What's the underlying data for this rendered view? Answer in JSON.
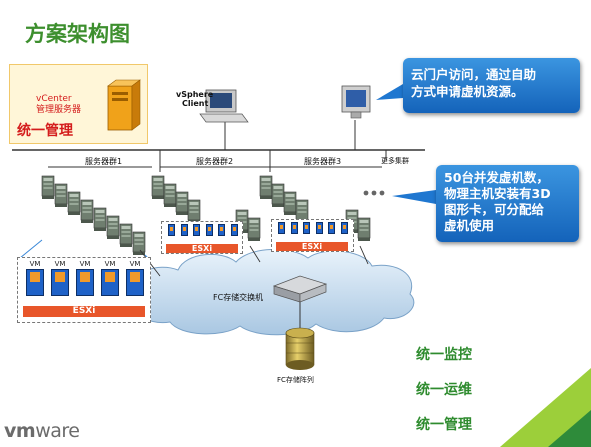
{
  "title": "方案架构图",
  "vcenter": {
    "label_line1": "vCenter",
    "label_line2": "管理服务器",
    "mgmt_label": "统一管理"
  },
  "vsphere_client": {
    "line1": "vSphere",
    "line2": "Client"
  },
  "clusters": [
    {
      "label": "服务器群1"
    },
    {
      "label": "服务器群2"
    },
    {
      "label": "服务器群3"
    },
    {
      "label": "更多集群"
    }
  ],
  "callouts": {
    "portal": {
      "line1": "云门户访问，通过自助",
      "line2": "方式申请虚机资源。"
    },
    "hosts": {
      "line1": "50台并发虚机数，",
      "line2": "物理主机安装有3D",
      "line3": "图形卡，可分配给",
      "line4": "虚机使用"
    }
  },
  "esxi_label": "ESXi",
  "vm_label": "VM",
  "vm_count_large": 5,
  "vm_count_small": 6,
  "fc_switch_label": "FC存储交换机",
  "fc_storage_label": "FC存储阵列",
  "unified": [
    {
      "label": "统一监控"
    },
    {
      "label": "统一运维"
    },
    {
      "label": "统一管理"
    }
  ],
  "logo": {
    "vm": "vm",
    "ware": "ware"
  },
  "colors": {
    "title_green": "#3d8f2e",
    "callout_blue": "#1f77d0",
    "esxi_orange": "#e8562a",
    "mgmt_red": "#d41c1c"
  }
}
